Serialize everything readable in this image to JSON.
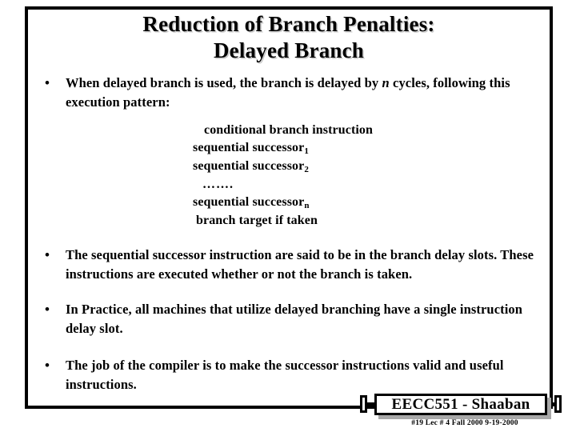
{
  "slide": {
    "title_lines": [
      "Reduction of Branch Penalties:",
      "Delayed Branch"
    ],
    "bullet_marker": "•",
    "bullets": [
      {
        "id": "bullet-1",
        "text_before_italic": "When delayed branch is used,  the branch is delayed by  ",
        "italic_token": "n",
        "text_after_italic": "  cycles, following this execution pattern:"
      },
      {
        "id": "bullet-2",
        "text": "The sequential successor instruction are said to be  in the branch delay slots.   These instructions are executed whether or not the branch is taken."
      },
      {
        "id": "bullet-3",
        "text": "In Practice, all machines that utilize delayed branching have a single instruction delay slot."
      },
      {
        "id": "bullet-4",
        "text": "The job of the compiler is to make the successor instructions valid and useful instructions."
      }
    ],
    "code_block": [
      {
        "text": "conditional branch instruction",
        "subscript": ""
      },
      {
        "text": "sequential successor",
        "subscript": "1"
      },
      {
        "text": "sequential successor",
        "subscript": "2"
      },
      {
        "text": "…….",
        "subscript": ""
      },
      {
        "text": "sequential successor",
        "subscript": "n"
      },
      {
        "text": "branch target if taken",
        "subscript": ""
      }
    ]
  },
  "footer": {
    "banner_label": "EECC551 - Shaaban",
    "meta_line": "#19   Lec # 4   Fall 2000  9-19-2000"
  },
  "colors": {
    "text": "#000000",
    "background": "#ffffff",
    "border": "#000000",
    "title_shadow": "#c8c8c8",
    "banner_shadow": "#a8a8a8"
  }
}
